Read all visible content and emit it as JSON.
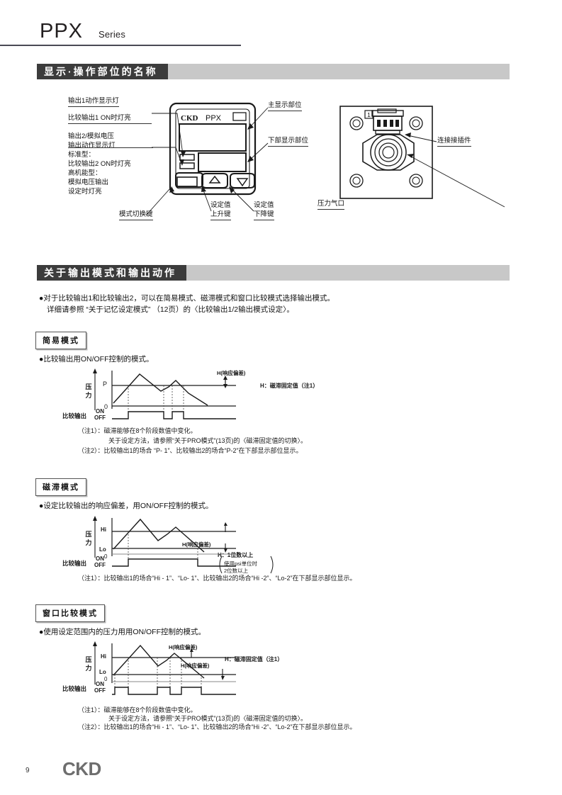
{
  "header": {
    "brand": "PPX",
    "series": "Series"
  },
  "sections": [
    {
      "id": "display-parts",
      "title": "显示·操作部位的名称"
    },
    {
      "id": "output-modes",
      "title": "关于输出模式和输出动作"
    }
  ],
  "device_diagram": {
    "labels": {
      "output1_lamp": "输出1动作显示灯",
      "output1_lamp_desc": "比较输出1 ON时灯亮",
      "output2_lamp": "输出2/模拟电压\n输出动作显示灯",
      "output2_desc_line1": "标准型：",
      "output2_desc_line2": "比较输出2 ON时灯亮",
      "output2_desc_line3": "高机能型：",
      "output2_desc_line4": "模拟电压输出",
      "output2_desc_line5": "设定时灯亮",
      "mode_key": "模式切换键",
      "up_key": "设定值\n上升键",
      "down_key": "设定值\n下降键",
      "main_display": "主显示部位",
      "sub_display": "下部显示部位",
      "connector": "连接接插件",
      "pressure_port": "压力气口"
    },
    "device_face": {
      "brand": "CKD",
      "model": "PPX",
      "pin_number": "1"
    }
  },
  "output_modes_intro": {
    "line1": "●对于比较输出1和比较输出2，可以在简易模式、磁滞模式和窗口比较模式选择输出模式。",
    "line2": "详细请参照 “关于记忆设定模式” （12页）的〈比较输出1/2输出模式设定〉。"
  },
  "modes": [
    {
      "chip": "简易模式",
      "description": "●比较输出用ON/OFF控制的模式。",
      "chart": {
        "y_axis_label": "压\n力",
        "output_label": "比较输出",
        "threshold_labels": [
          "P",
          "0"
        ],
        "state_on": "ON",
        "state_off": "OFF",
        "annotation_h": "H(响应偏差)",
        "legend": "H：磁滞固定值（注1）"
      },
      "notes": [
        "（注1）：磁滞能够在8个阶段数值中变化。",
        "关于设定方法，请参照“关于PRO模式”(13页)的〈磁滞固定值的切换〉。",
        "（注2）：比较输出1的场合 “P- 1”、比较输出2的场合“P-2”在下部显示部位显示。"
      ]
    },
    {
      "chip": "磁滞模式",
      "description": "●设定比较输出的响应偏差，用ON/OFF控制的模式。",
      "chart": {
        "y_axis_label": "压\n力",
        "output_label": "比较输出",
        "threshold_labels": [
          "Hi",
          "Lo",
          "0"
        ],
        "state_on": "ON",
        "state_off": "OFF",
        "annotation_h": "H(响应偏差)",
        "legend_line1": "H：1位数以上",
        "legend_line2": "使用psi单位时",
        "legend_line3": "2位数以上"
      },
      "notes": [
        "（注1）：比较输出1的场合“Hi - 1”、“Lo- 1”、比较输出2的场合“Hi -2”、“Lo-2”在下部显示部位显示。"
      ]
    },
    {
      "chip": "窗口比较模式",
      "description": "●使用设定范围内的压力用用ON/OFF控制的模式。",
      "chart": {
        "y_axis_label": "压\n力",
        "output_label": "比较输出",
        "threshold_labels": [
          "Hi",
          "Lo",
          "0"
        ],
        "state_on": "ON",
        "state_off": "OFF",
        "annotation_h_upper": "H(响应偏差)",
        "annotation_h_lower": "H(响应偏差)",
        "legend": "H：磁滞固定值（注1）"
      },
      "notes": [
        "（注1）：磁滞能够在8个阶段数值中变化。",
        "关于设定方法，请参照“关于PRO模式”(13页)的〈磁滞固定值的切换〉。",
        "（注2）：比较输出1的场合“Hi - 1”、“Lo- 1”、比较输出2的场合“Hi -2”、“Lo-2”在下部显示部位显示。"
      ]
    }
  ],
  "footer": {
    "page_number": "9",
    "logo": "CKD"
  },
  "colors": {
    "section_label_bg": "#3c3c3c",
    "section_bar_bg": "#c8c8c8",
    "rule": "#4a4a55",
    "logo": "#6e6e6e"
  }
}
